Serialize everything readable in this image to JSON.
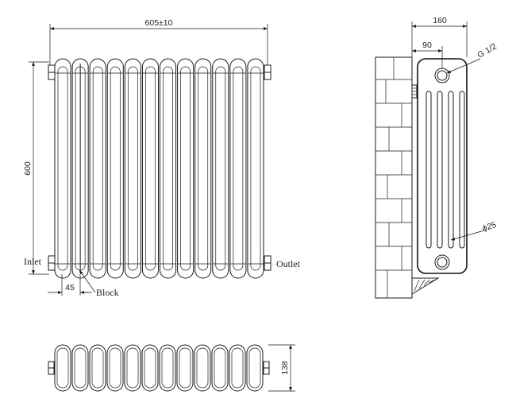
{
  "front_view": {
    "width_label": "605±10",
    "height_label": "600",
    "inlet_label": "Inlet",
    "outlet_label": "Outlet",
    "gap_label": "45",
    "block_label": "Block",
    "column_count": 12
  },
  "side_view": {
    "depth_label": "160",
    "wall_offset_label": "90",
    "thread_label": "G 1/2",
    "tube_label": "ϕ25"
  },
  "top_view": {
    "depth_label": "138"
  }
}
